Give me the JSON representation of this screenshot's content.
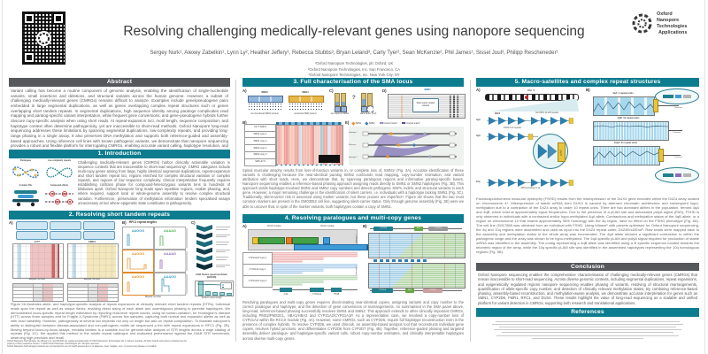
{
  "poster": {
    "title": "Resolving challenging medically-relevant genes using nanopore sequencing",
    "authors": "Sergey Nurk¹, Alexey Zabelkin¹, Lynn Ly², Heather Jeffery¹, Rebecca Stubbs³, Bryan Leland³, Carly Tyer², Sean McKenzie², Phil James¹, Sissel Juul³, Philipp Rescheneder¹",
    "affiliations": [
      "¹Oxford Nanopore Technologies, plc Oxford, UK",
      "²Oxford Nanopore Technologies, Inc. San Francisco, CA",
      "³Oxford Nanopore Technologies, Inc. New York City, NY"
    ],
    "logo": [
      "Oxford",
      "Nanopore",
      "Technologies"
    ],
    "logo_tagline": "Applications",
    "footer1": "Oxford Nanopore Technologies, the Wheel icon, and MinION are registered trademarks of Oxford Nanopore Technologies plc in various countries. All other brands and names contained are the property of their respective owners. © 2025 Oxford Nanopore Technologies plc. All rights reserved.",
    "footer2": "Oxford Nanopore Technologies products are not intended for use for health assessment or to diagnose, treat, mitigate, cure, or prevent any disease or condition."
  },
  "abstract": {
    "heading": "Abstract",
    "body": "Variant calling has become a routine component of genomic analysis, enabling the identification of single-nucleotide variants, small insertions and deletions, and structural variants across the human genome. However, a subset of challenging medically-relevant genes (CMRGs) remains difficult to analyze. Examples include gene/pseudogene pairs embedded in large segmental duplications, as well as genes overlapping complex repeat structures such or genes overlapping short tandem repeats. In segmental duplications, high sequence identity among paralogs complicates read mapping and paralog-specific variant interpretation, while frequent gene conversions, and gene-pseudogene hybrids further obscure copy-specific analysis when using short reads. At repeat-expansion loci, motif length, sequence composition, and haplotype context often determine pathogenicity, yet are inaccessible to short-read methods. Oxford Nanopore long-read sequencing addresses these limitations by spanning segmental duplications, low-complexity repeats, and providing long-range phasing in a single assay. It also preserves DNA methylation and supports both reference-guided and assembly-based approaches. Using reference cell lines with known pathogenic variants, we demonstrate that nanopore sequencing provides a robust and flexible platform for interrogating CMRGs, enabling accurate variant calling, haplotype resolution, and improved diagnostic insight in regions previously considered intractable."
  },
  "intro": {
    "heading": "1. Introduction",
    "labels": [
      "Paralogues",
      "Low complexity repeats",
      "Complex SVs",
      "Compound effects"
    ],
    "body": "Challenging medically-relevant genes (CMRGs) harbor clinically actionable variation in sequence contexts that are inaccessible to short-read sequencing¹. CMRG categories include multi-copy genes arising from large, highly identical segmental duplications, repeat-expansion and short tandem repeat loci, regions enriched for complex structural variation or complex repeats, and regions of low sequence complexity. Clinical interpretation frequently requires establishing cis/trans phase for compound-heterozygous variants tens to hundreds of kilobases apart. Oxford Nanopore long reads span repetitive regions, enable phasing, and, where required, support local or whole-genome assembly to resolve complex structural variation. Furthermore, preservation of methylation information renders specialised assays unnecessary at loci where epigenetic state contributes to pathogenicity."
  },
  "sec2": {
    "heading": "2. Resolving short tandem repeats",
    "tagA": "A)",
    "tagB": "B)",
    "tagC": "C)",
    "gene1": "HTT",
    "gene2": "FMR1",
    "xlabel": "Repeat number",
    "titleB": "RFC1 repeat lengths",
    "motifs": [
      "AAGGG",
      "AAAAG",
      "AAGGG",
      "AAAAG",
      "AAGGG",
      "AAAGG"
    ],
    "chartC_title": "GIAB Tandem repeat benchmark (GRCh38)",
    "chartC_xlabel": "Tandem repeat length",
    "caption": "Figure 2A illustrates allele- and haplotype-specific analysis of repeat expansions at clinically relevant short tandem repeats (STRs). Individual reads span the repeat as well as unique flanks, enabling direct sizing of each allele and unambiguous phasing to parental haplotypes. We demonstrated locus-specific repeat length estimation by reporting read-level repeat counts, using wf-human-variation, for Huntington's disease (HTT) across three samples and for Fragile-X-Syndrome (FMR1) across five samples, capturing both normal and expanded alleles as well as inter-read variability. However, pathogenicity at several loci depends not only on length but also on repeat composition. To illustrate nanopore's ability to distinguish between disease-associated and non-pathogenic motifs we sequenced a trio with repeat expansions in RFC1 (Fig. 2B). Moving beyond locus-by-locus assays, medaka tandem is a scalable tool for genome-wide analysis of STR lengths across a large catalog of repeats (Fig. 2C). We applied this method to the adotto repeat catalogue and evaluated performance against the GIAB STR benchmark, observing high precision and recall."
  },
  "sec3": {
    "heading": "3. Full characterisation of the SMA locus",
    "tagA": "A)",
    "tagB": "B)",
    "tagC": "C)",
    "tagD": "D)",
    "tagE": "E)",
    "geneBlue": "SMN2",
    "geneOrange": "SMN1",
    "labBlue": "non functional SMN2 protein",
    "labOrange": "functional SMN protein",
    "c_lab1": "two copies of SMN1",
    "c_lab2": "silent carrier (2+0)",
    "c_q": "?",
    "d_gene": "SMN1",
    "d_callout": "Silent carrier marker variants",
    "rows": [
      "Chr 5 SMN1",
      "SMN1 copy 1",
      "SMN1 copy 2",
      "SMN2 copy 1",
      "SMN2 copy 2",
      "SMN Δ7-8"
    ],
    "legend": [
      "SMN1",
      "SMN2",
      "forward match",
      "inverted match"
    ],
    "erows": [
      "Haplotype 1",
      "Reference",
      "Haplotype 2"
    ],
    "caption": "Spinal muscular atrophy results from loss-of-function variants in, or complete loss of, SMN1² (Fig. 3A). Accurate identification of these variants is challenging because the near-identical paralog SMN2 confounds read mapping, copy-number estimation, and variant attribution with short reads. Here, we demonstrate that, by spanning paralogous regions and informative paralog-specific bases, Nanopore sequencing enables a reference-based phasing approach assigning reads directly to SMN1 or SMN2 haplotypes (Fig. 3B). This approach yields haplotype-resolved SMN1 and SMN2 copy numbers and detects pathogenic SNPs, indels, and structural variants in each gene. However, a major remaining challenge is the identification of silent carriers, i.e. individuals with a haplotype lacking SMN1 (Fig. 3C). Traditionally, silent-carrier risk is assessed using marker variants, but these proxies are imperfect³. Figure 3D shows that the two most common markers are present in the GM03052 cell line, suggesting silent-carrier status. Only through genome assembly (Fig. 3E) were we able to uncover that, in spite of the marker variants, both haplotypes contain a copy of SMN1."
  },
  "sec4": {
    "heading": "4. Resolving paralogues and multi-copy genes",
    "tagA": "A)",
    "tagB": "B)",
    "module": "RCCX module",
    "rows": [
      "CYP21A1P copy 1",
      "CYP21A2 copy 1",
      "CYP21A1P copy 2"
    ],
    "genesA": [
      "C4A",
      "CYP21A2",
      "TNXB"
    ],
    "genesB": [
      "CYP2D6",
      "REP",
      "CYP2D7"
    ],
    "hap": [
      "Haplotype 1",
      "Haplotype 2"
    ],
    "caption": "Resolving paralogues and multi-copy genes requires discriminating near-identical copies, assigning variants and copy number to the correct paralogue and haplotype, and the detection of gene conversions or rearrangements. As summarised in the SMA panel above, long-read, reference-based phasing successfully resolves SMN1 and SMN2. This approach extends to other clinically important CMRGs, including PMS2/PMS2CL, HBA1/HBA2 and CYP21A2/CYP21A1P. As a representative case, we resolved a copy-number loss of CYP21A2 within the RCCX module (Fig. 4A). However, some CMRGs, such as CYP2D6, require full haplotype reconstruction even in the presence of complex hybrids. To resolve CYP2D6, we used chinook, an assembly-based analysis tool that reconstructs individual gene copies, resolves hybrid junctions, and differentiates CYP2D6 from CYP2D7 (Fig. 4B). Together, reference-guided phasing and targeted assembly deliver paralogue- and haplotype-specific variant calls, robust copy-number estimates, and clinically interpretable haplotypes across diverse multi-copy genes."
  },
  "sec5": {
    "heading": "5. Macro-satellites and complex repeat structures",
    "tagA": "A)",
    "tagB": "B)",
    "chrom": "Chr 4",
    "d4z4": "D4Z4",
    "row1_label": "No FSHD 10-100 repeats",
    "row2_label": "FSHD 1-10 repeats",
    "row3_label": "~98% homology to 4q",
    "alleles": [
      "4qA",
      "4qA",
      "10q"
    ],
    "plam": "pLAM",
    "plots": [
      "4qA: 4 repeat units",
      "4qB: 31 repeat units",
      "10qA: 31 repeat units"
    ],
    "telomere": "Telomere",
    "caption": "Facioscapulohumeral muscular dystrophy (FSHD) results from the misexpression of the DUX4 gene encoded within the D4Z4 array located on chromosome 4⁴. Misexpression of stable mRNA from DUX4 is caused by aberrant chromatin architecture and subsequent hypo-methylation due to a contraction of the D4Z4 array to under 10 repeat units. There are two dominant alleles in the population, termed 4qA and 4qB, which exist at approximately equal frequencies. Due to the presence of a pLAM site and associated polyA signal (PAS), FSHD is only observed in individuals with a contracted and/or hypo-methylated 4qA allele. Contractions and methylation status of the 4qB allele, or a region on chromosome 10 that shares approximately 98% homology with the 4q region, have no effect on the FSHD phenotype (Fig. 5A). The cell line GM17869 was obtained from an individual with FSHD. Using hifiasm⁵ with presets optimised for Oxford Nanopore sequencing, the 4q and 10q regions were assembled and used as input into the D4Z4 repeat caller, D4Z4End2End⁶. Raw reads were mapped back to the assembly and methylation status of the whole array was enumerated. The 4qA allele showed a significant contraction to within the pathogenic range and the array was shown to be hypo-methylated. The 4qA specific pLAM and polyA signal required for production of stable mRNA was identified in the assembly. The contig representing a 4qB allele was identified using a B specific sequence located towards the telomeric region of the array, while the 10q specific pLAM site was identified in the assembled haplotypes representing the 10q homologous regions (Fig. 5B)."
  },
  "conclusion": {
    "heading": "Conclusion",
    "body": "Oxford Nanopore sequencing enables the comprehensive characterisation of challenging medically-relevant genes (CMRGs) that remain inaccessible to short-read sequencing. Across diverse genomic contexts, including segmental duplications, repeat expansions, and epigenetically regulated regions nanopore sequencing enables phasing of variants, resolving of structural rearrangements, quantification of allele-specific copy number, and detection of clinically relevant methylation states. By combining reference-based phasing, assembly-based reconstruction, and methylation-aware analysis, we demonstrate accurate interpretation for genes such as SMN1, CYP2D6, FMR1, RFC1, and DUX4. These results highlight the value of long-read sequencing as a scalable and unified platform for variant detection in CMRGs, supporting both research and translational applications."
  },
  "references": {
    "heading": "References"
  }
}
